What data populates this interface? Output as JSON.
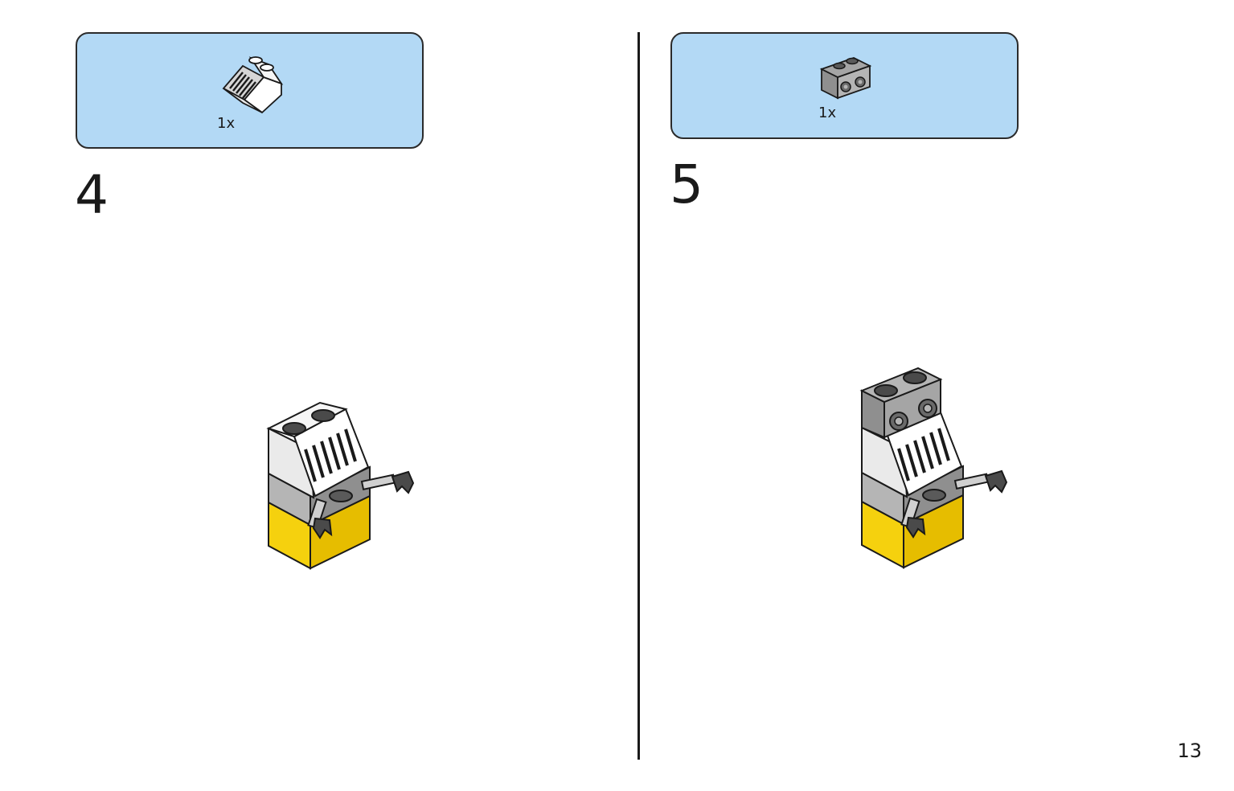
{
  "page": {
    "number": "13"
  },
  "steps": [
    {
      "number": "4",
      "part": {
        "icon": "white-grille-slope-2x2-icon",
        "quantity": "1x"
      }
    },
    {
      "number": "5",
      "part": {
        "icon": "gray-brick-1x2-with-studs-on-side-icon",
        "quantity": "1x"
      }
    }
  ],
  "colors": {
    "parts_box": "#b3d9f5",
    "brick_yellow": "#f5d10e",
    "brick_gray": "#a0a0a0",
    "brick_white": "#f2f2f2",
    "outline": "#1a1a1a"
  }
}
